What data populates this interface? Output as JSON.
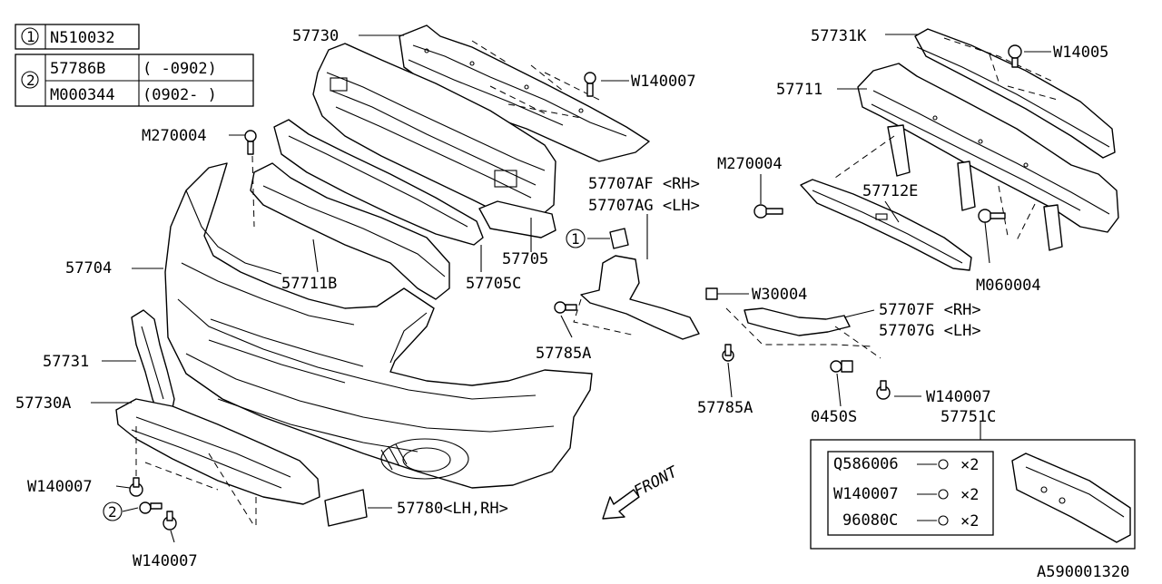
{
  "legend": {
    "row1": {
      "num": "1",
      "part": "N510032"
    },
    "row2": {
      "num": "2",
      "a_part": "57786B",
      "a_range": "(  -0902)",
      "b_part": "M000344",
      "b_range": "(0902-  )"
    }
  },
  "callouts": {
    "p57730": "57730",
    "w140007_top": "W140007",
    "p57731k": "57731K",
    "w14005": "W14005",
    "p57711": "57711",
    "m270004_left": "M270004",
    "m270004_right": "M270004",
    "p57707af": "57707AF <RH>",
    "p57707ag": "57707AG <LH>",
    "p57712e": "57712E",
    "p57704": "57704",
    "p57705": "57705",
    "p57711b": "57711B",
    "p57705c": "57705C",
    "m060004": "M060004",
    "w30004": "W30004",
    "p57707f": "57707F <RH>",
    "p57707g": "57707G <LH>",
    "p57785a_1": "57785A",
    "p57785a_2": "57785A",
    "p57731": "57731",
    "p57730a": "57730A",
    "w140007_right": "W140007",
    "p0450s": "0450S",
    "p57751c": "57751C",
    "w140007_left": "W140007",
    "w140007_bottom": "W140007",
    "p57780": "57780<LH,RH>",
    "ref1": "1",
    "ref2": "2",
    "front": "FRONT"
  },
  "kit": {
    "items": [
      {
        "part": "Q586006",
        "qty": "×2"
      },
      {
        "part": "W140007",
        "qty": "×2"
      },
      {
        "part": "96080C",
        "qty": "×2"
      }
    ]
  },
  "diagram_code": "A590001320"
}
